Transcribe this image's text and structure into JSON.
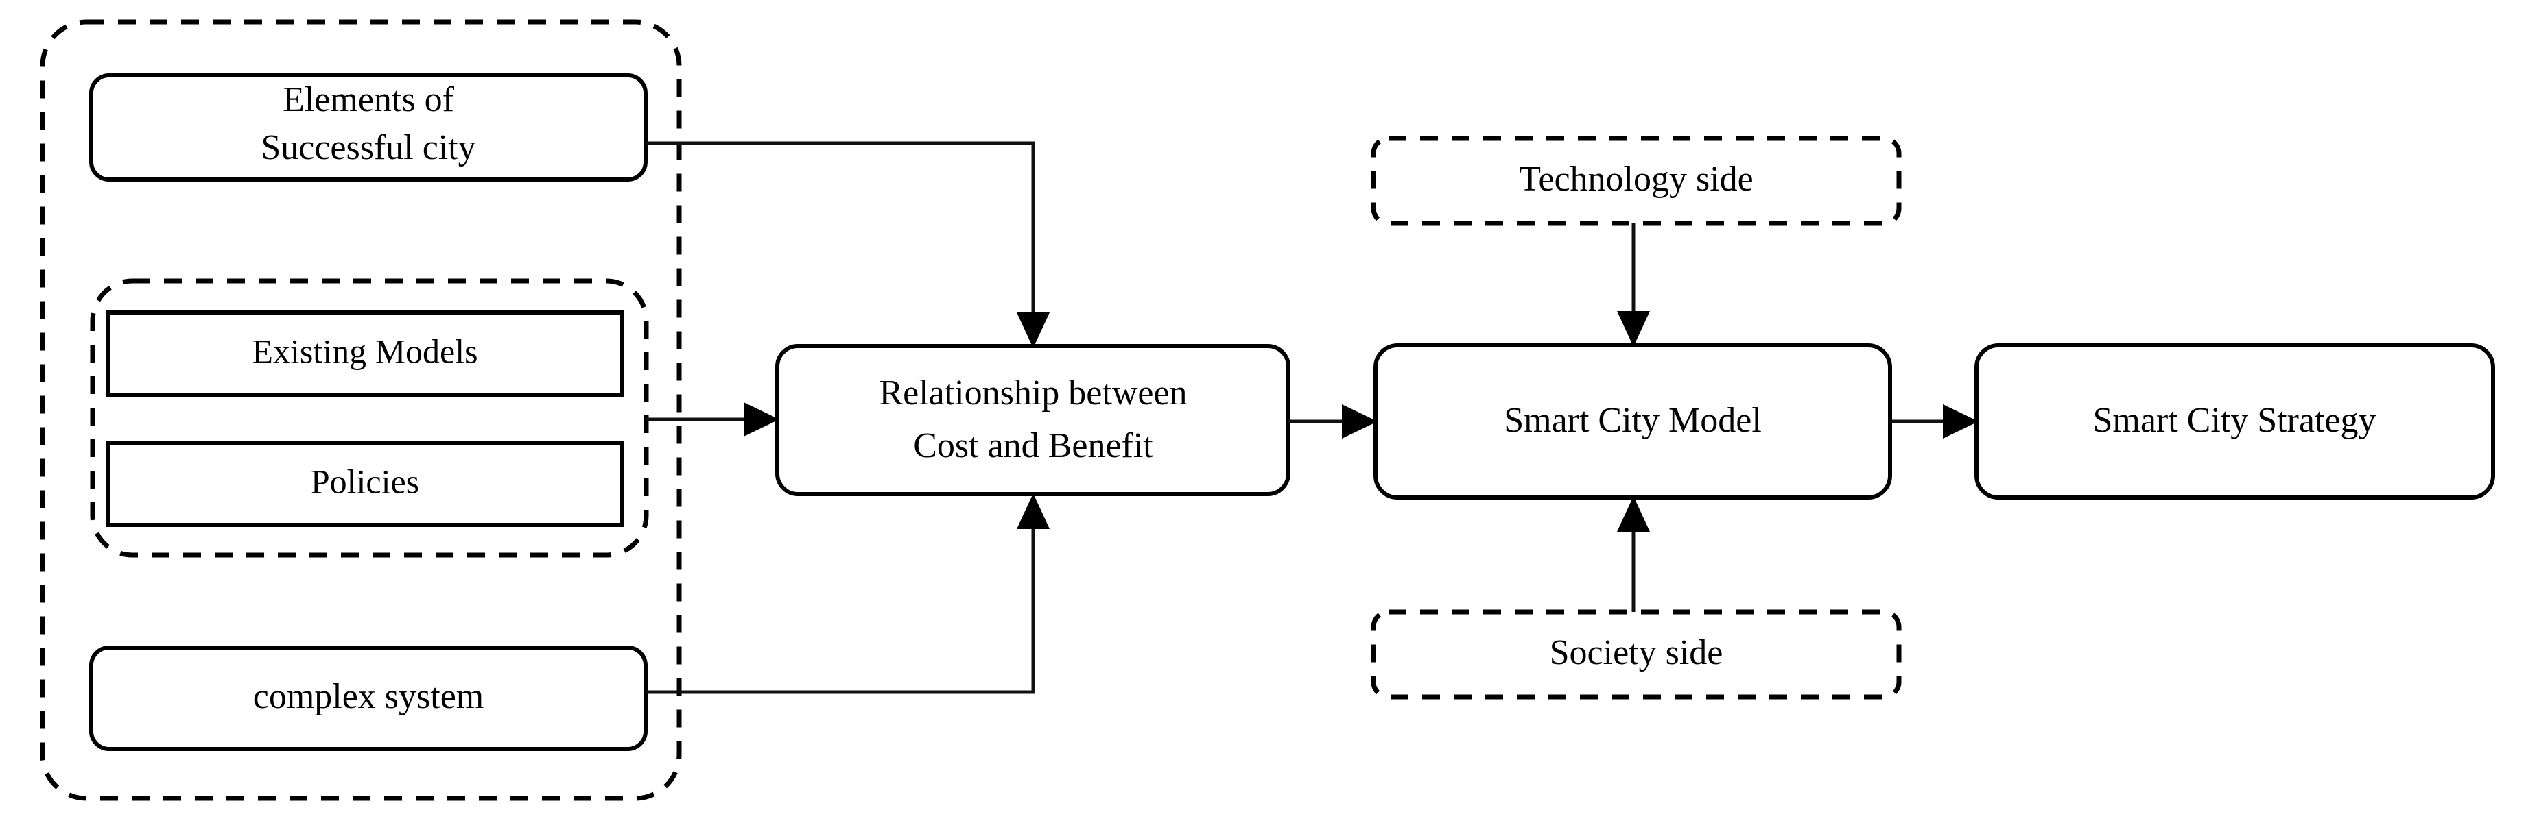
{
  "diagram": {
    "title": "Smart City Model Research Framework",
    "background_color": "#ffffff",
    "line_color": "#000000",
    "groups": [
      {
        "id": "inputs-group",
        "name": "outer-input-group",
        "style": "dashed-rounded",
        "label": ""
      },
      {
        "id": "models-policies-group",
        "name": "inner-models-policies-group",
        "style": "dashed-rounded",
        "label": ""
      }
    ],
    "nodes": [
      {
        "id": "elements",
        "name": "elements-of-successful-city-box",
        "shape": "rounded-rect",
        "border": "solid",
        "lines": [
          "Elements  of",
          "Successful city"
        ]
      },
      {
        "id": "existing-models",
        "name": "existing-models-box",
        "shape": "rect",
        "border": "solid",
        "lines": [
          "Existing Models"
        ]
      },
      {
        "id": "policies",
        "name": "policies-box",
        "shape": "rect",
        "border": "solid",
        "lines": [
          "Policies"
        ]
      },
      {
        "id": "complex-system",
        "name": "complex-system-box",
        "shape": "rounded-rect",
        "border": "solid",
        "lines": [
          "complex system"
        ]
      },
      {
        "id": "relationship",
        "name": "relationship-cost-benefit-box",
        "shape": "rounded-rect",
        "border": "solid",
        "lines": [
          "Relationship  between",
          "Cost and Benefit"
        ]
      },
      {
        "id": "technology-side",
        "name": "technology-side-box",
        "shape": "rounded-rect",
        "border": "dashed",
        "lines": [
          "Technology  side"
        ]
      },
      {
        "id": "society-side",
        "name": "society-side-box",
        "shape": "rounded-rect",
        "border": "dashed",
        "lines": [
          "Society side"
        ]
      },
      {
        "id": "smart-city-model",
        "name": "smart-city-model-box",
        "shape": "rounded-rect",
        "border": "solid",
        "lines": [
          "Smart City Model"
        ]
      },
      {
        "id": "smart-city-strategy",
        "name": "smart-city-strategy-box",
        "shape": "rounded-rect",
        "border": "solid",
        "lines": [
          "Smart City Strategy"
        ]
      }
    ],
    "edges": [
      {
        "id": "e1",
        "name": "edge-elements-to-relationship",
        "from": "elements",
        "to": "relationship",
        "route": "right-then-down",
        "arrow": "to-top"
      },
      {
        "id": "e2",
        "name": "edge-models-policies-to-relationship",
        "from": "models-policies-group",
        "to": "relationship",
        "route": "straight-right",
        "arrow": "to-left"
      },
      {
        "id": "e3",
        "name": "edge-complex-system-to-relationship",
        "from": "complex-system",
        "to": "relationship",
        "route": "right-then-up",
        "arrow": "to-bottom"
      },
      {
        "id": "e4",
        "name": "edge-relationship-to-smart-city-model",
        "from": "relationship",
        "to": "smart-city-model",
        "route": "straight-right",
        "arrow": "to-left"
      },
      {
        "id": "e5",
        "name": "edge-technology-side-to-smart-city-model",
        "from": "technology-side",
        "to": "smart-city-model",
        "route": "straight-down",
        "arrow": "to-top"
      },
      {
        "id": "e6",
        "name": "edge-society-side-to-smart-city-model",
        "from": "society-side",
        "to": "smart-city-model",
        "route": "straight-up",
        "arrow": "to-bottom"
      },
      {
        "id": "e7",
        "name": "edge-smart-city-model-to-strategy",
        "from": "smart-city-model",
        "to": "smart-city-strategy",
        "route": "straight-right",
        "arrow": "to-left"
      }
    ]
  }
}
